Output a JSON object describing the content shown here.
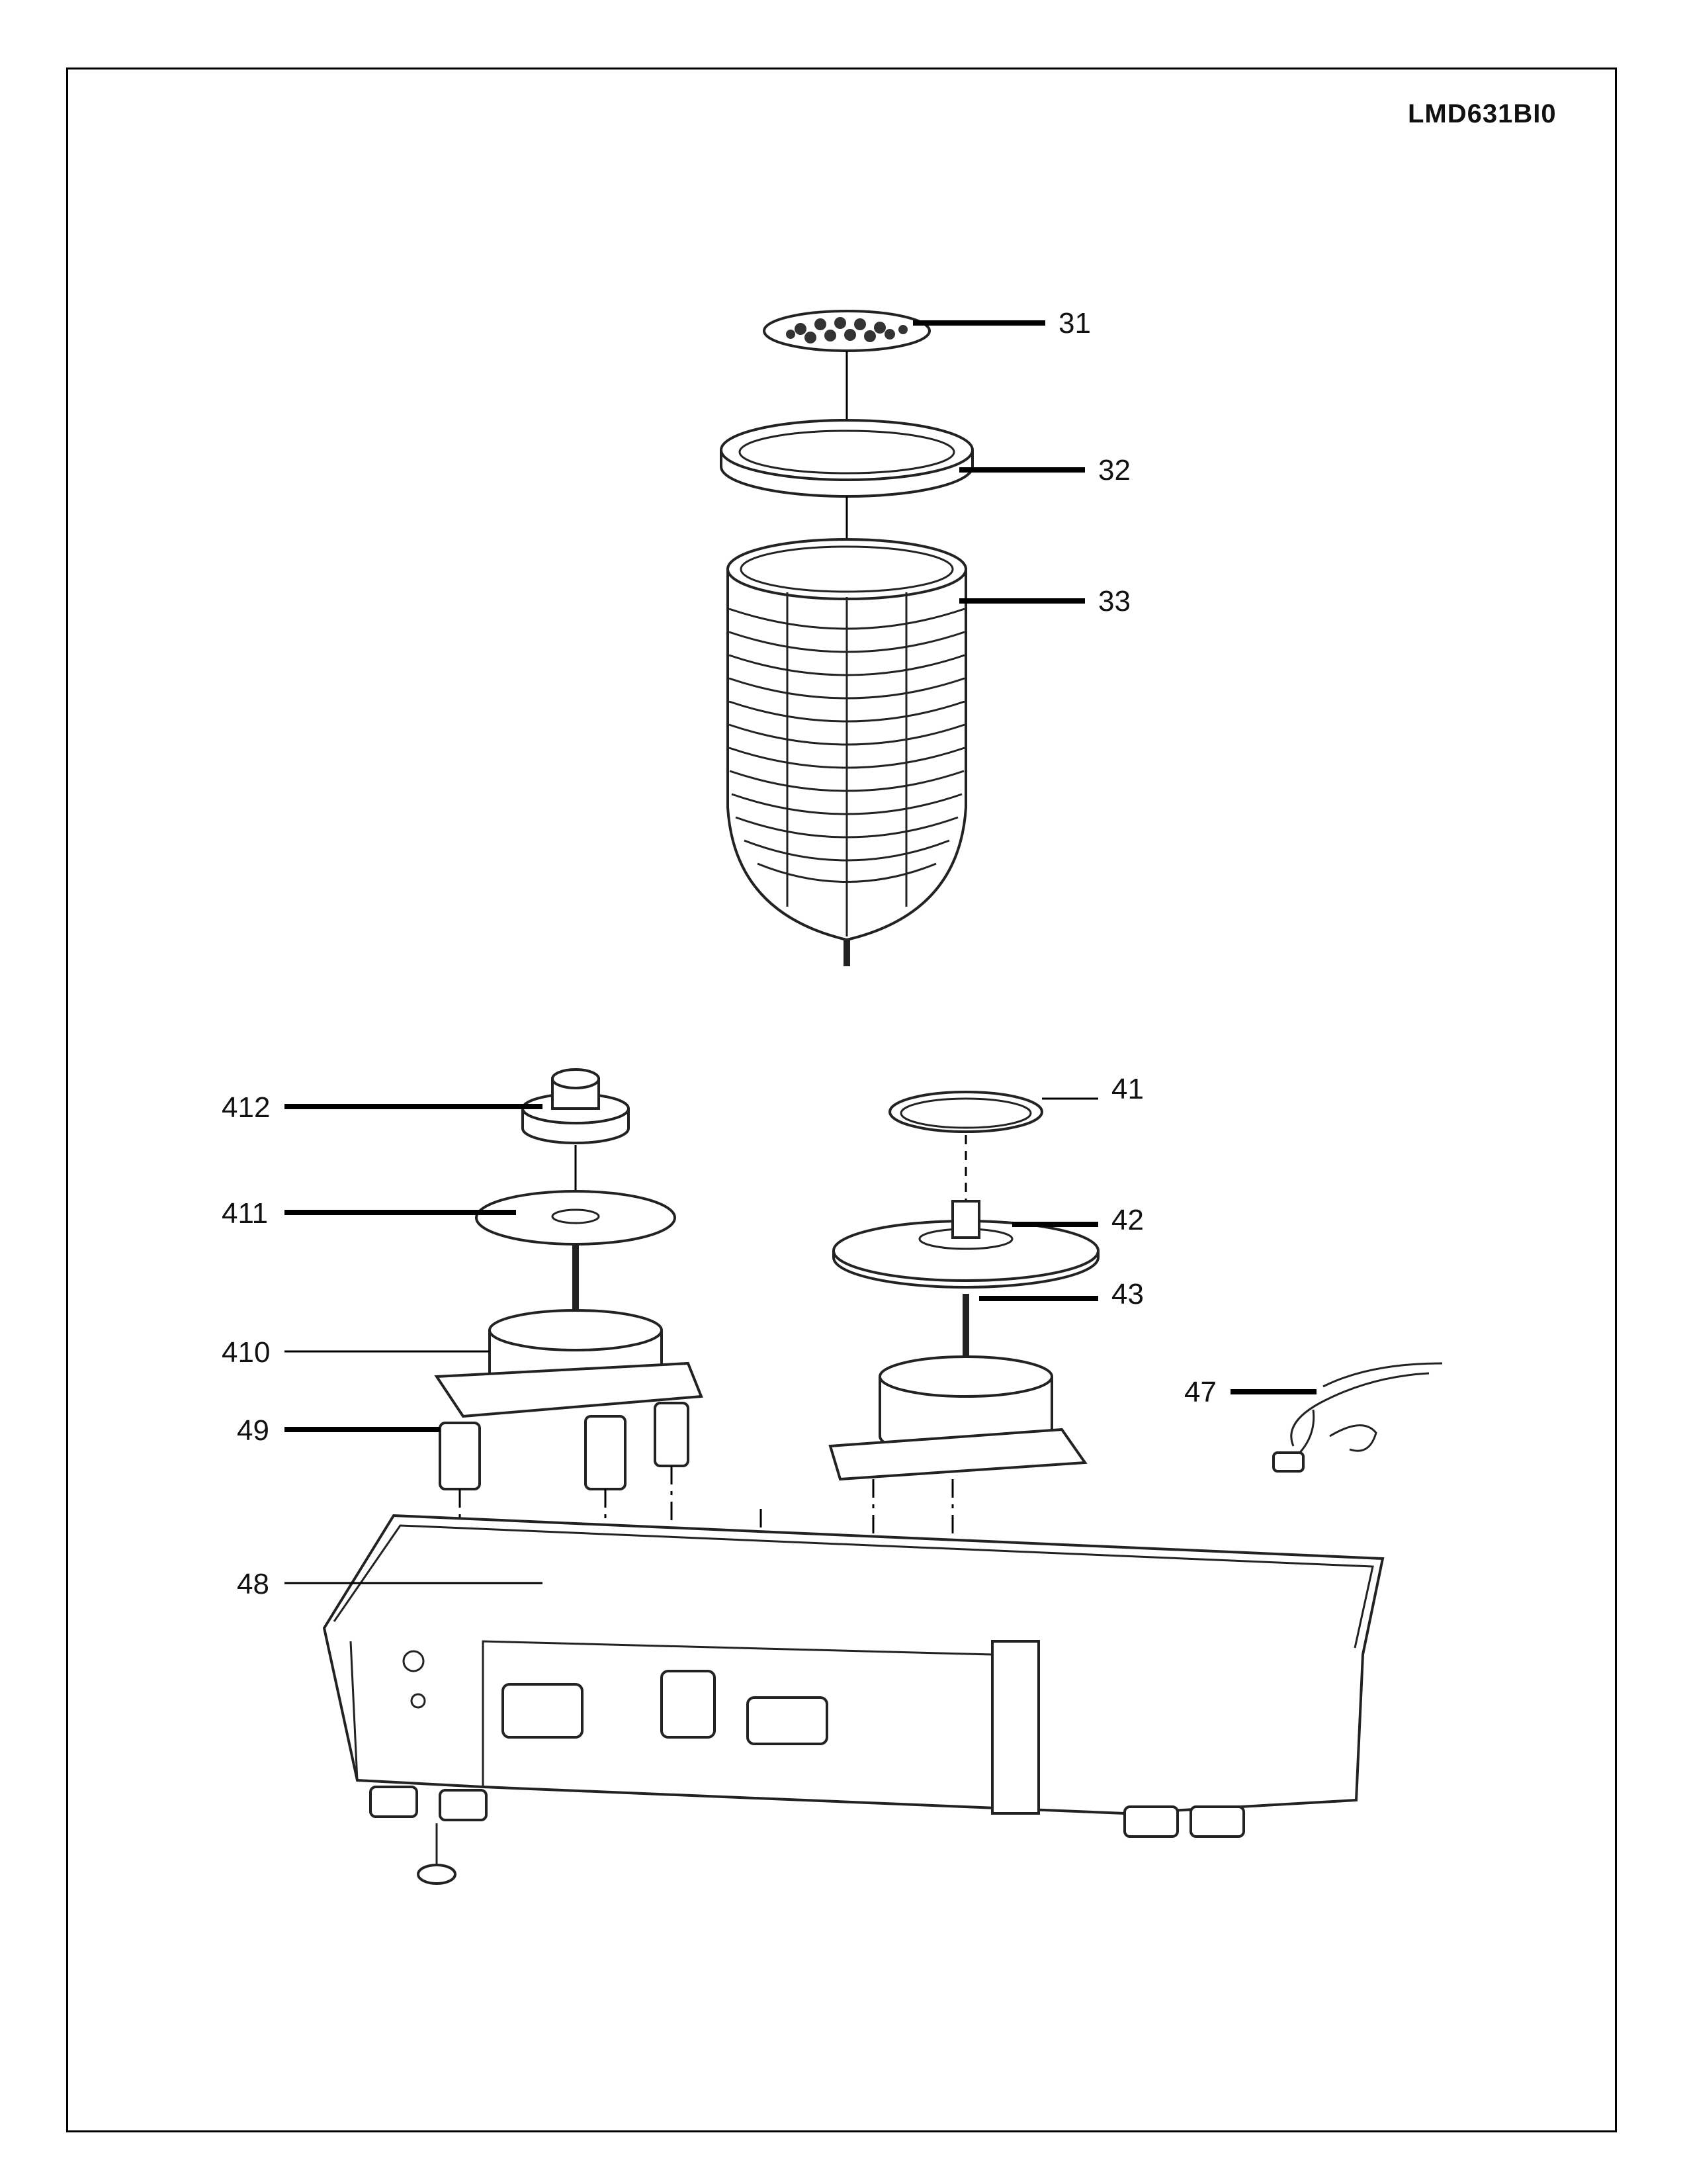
{
  "model_code": "LMD631BI0",
  "parts": [
    {
      "id": "p31",
      "label": "31"
    },
    {
      "id": "p32",
      "label": "32"
    },
    {
      "id": "p33",
      "label": "33"
    },
    {
      "id": "p41",
      "label": "41"
    },
    {
      "id": "p42",
      "label": "42"
    },
    {
      "id": "p43",
      "label": "43"
    },
    {
      "id": "p47",
      "label": "47"
    },
    {
      "id": "p48",
      "label": "48"
    },
    {
      "id": "p49",
      "label": "49"
    },
    {
      "id": "p410",
      "label": "410"
    },
    {
      "id": "p411",
      "label": "411"
    },
    {
      "id": "p412",
      "label": "412"
    }
  ]
}
